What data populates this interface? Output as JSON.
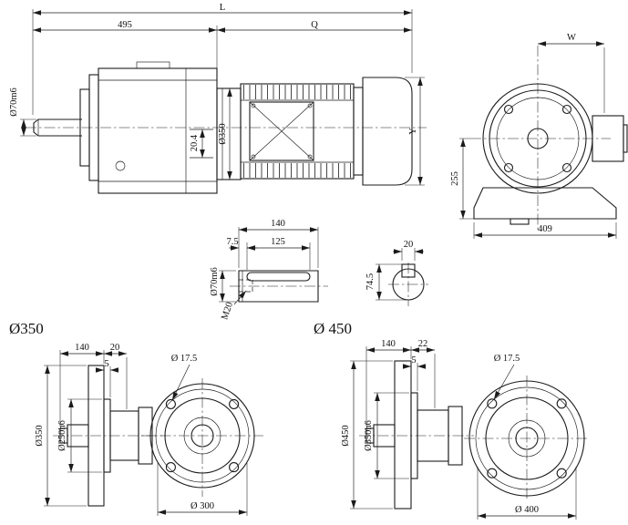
{
  "drawing": {
    "kind": "gear-reducer-dimension-drawing",
    "line_color": "#1b1b1b",
    "background": "#ffffff"
  },
  "side_view": {
    "dim_overall_length": "L",
    "dim_gear_unit_length": "495",
    "dim_motor_length": "Q",
    "shaft_dia": "Ø70m6",
    "adapter_flange_dia": "Ø350",
    "dim_internal": "20.4",
    "dim_motor_height": "Y"
  },
  "end_view": {
    "dim_width": "W",
    "dim_centre_height": "255",
    "dim_base_length": "409"
  },
  "shaft_detail": {
    "dim_shaft_length": "140",
    "dim_key_offset": "7.5",
    "dim_key_length": "125",
    "shaft_dia": "Ø70m6",
    "thread": "M20"
  },
  "key_section": {
    "dim_key_width": "20",
    "dim_over_key": "74.5"
  },
  "flange_350": {
    "title": "Ø350",
    "dim_length": "140",
    "dim_thickness": "20",
    "dim_spigot_depth": "5",
    "outer_dia": "Ø350",
    "spigot_dia": "Ø250h6",
    "hole_dia": "Ø 17.5",
    "bolt_circle_dia": "Ø 300"
  },
  "flange_450": {
    "title": "Ø 450",
    "dim_length": "140",
    "dim_thickness": "22",
    "dim_spigot_depth": "5",
    "outer_dia": "Ø450",
    "spigot_dia": "Ø350h6",
    "hole_dia": "Ø 17.5",
    "bolt_circle_dia": "Ø 400"
  }
}
